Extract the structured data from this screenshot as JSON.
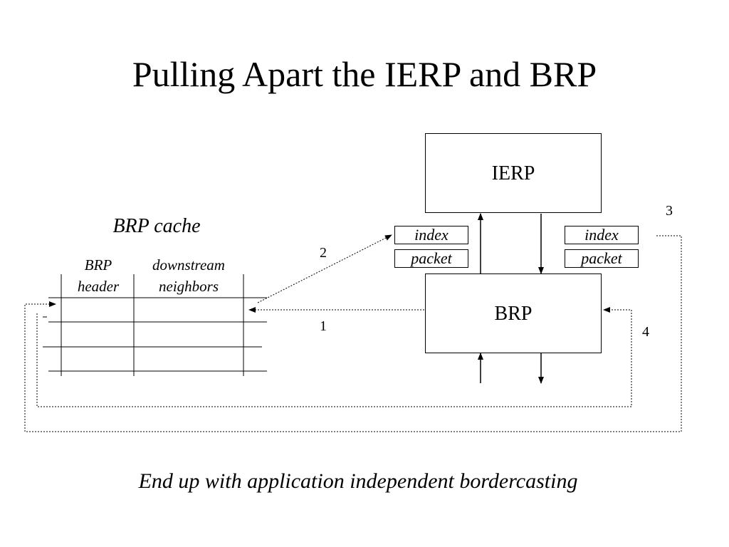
{
  "slide": {
    "title": "Pulling Apart the IERP and BRP",
    "footer": "End up with application independent bordercasting"
  },
  "diagram": {
    "ierp_label": "IERP",
    "brp_label": "BRP",
    "cache": {
      "title": "BRP cache",
      "col1_line1": "BRP",
      "col1_line2": "header",
      "col2_line1": "downstream",
      "col2_line2": "neighbors"
    },
    "left_tags": {
      "index": "index",
      "packet": "packet"
    },
    "right_tags": {
      "index": "index",
      "packet": "packet"
    },
    "steps": {
      "s1": "1",
      "s2": "2",
      "s3": "3",
      "s4": "4"
    }
  }
}
